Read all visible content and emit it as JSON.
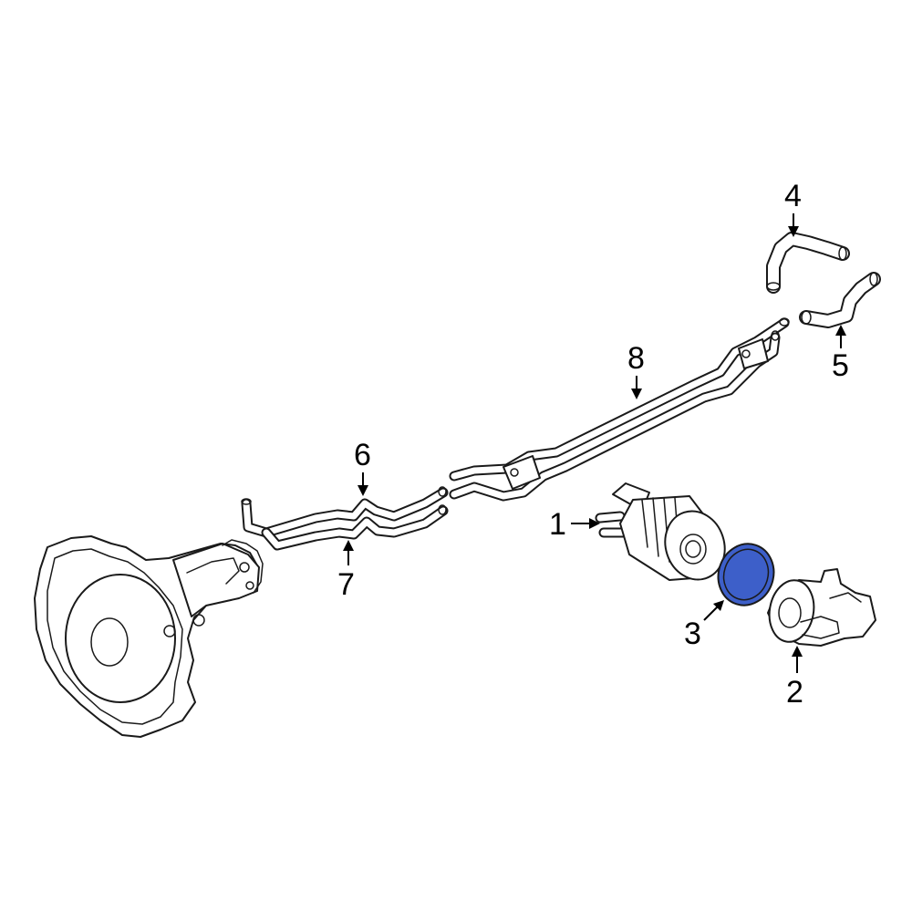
{
  "highlight_color": "#3d5fc9",
  "callouts": [
    {
      "id": "c1",
      "label": "1"
    },
    {
      "id": "c2",
      "label": "2"
    },
    {
      "id": "c3",
      "label": "3"
    },
    {
      "id": "c4",
      "label": "4"
    },
    {
      "id": "c5",
      "label": "5"
    },
    {
      "id": "c6",
      "label": "6"
    },
    {
      "id": "c7",
      "label": "7"
    },
    {
      "id": "c8",
      "label": "8"
    }
  ]
}
